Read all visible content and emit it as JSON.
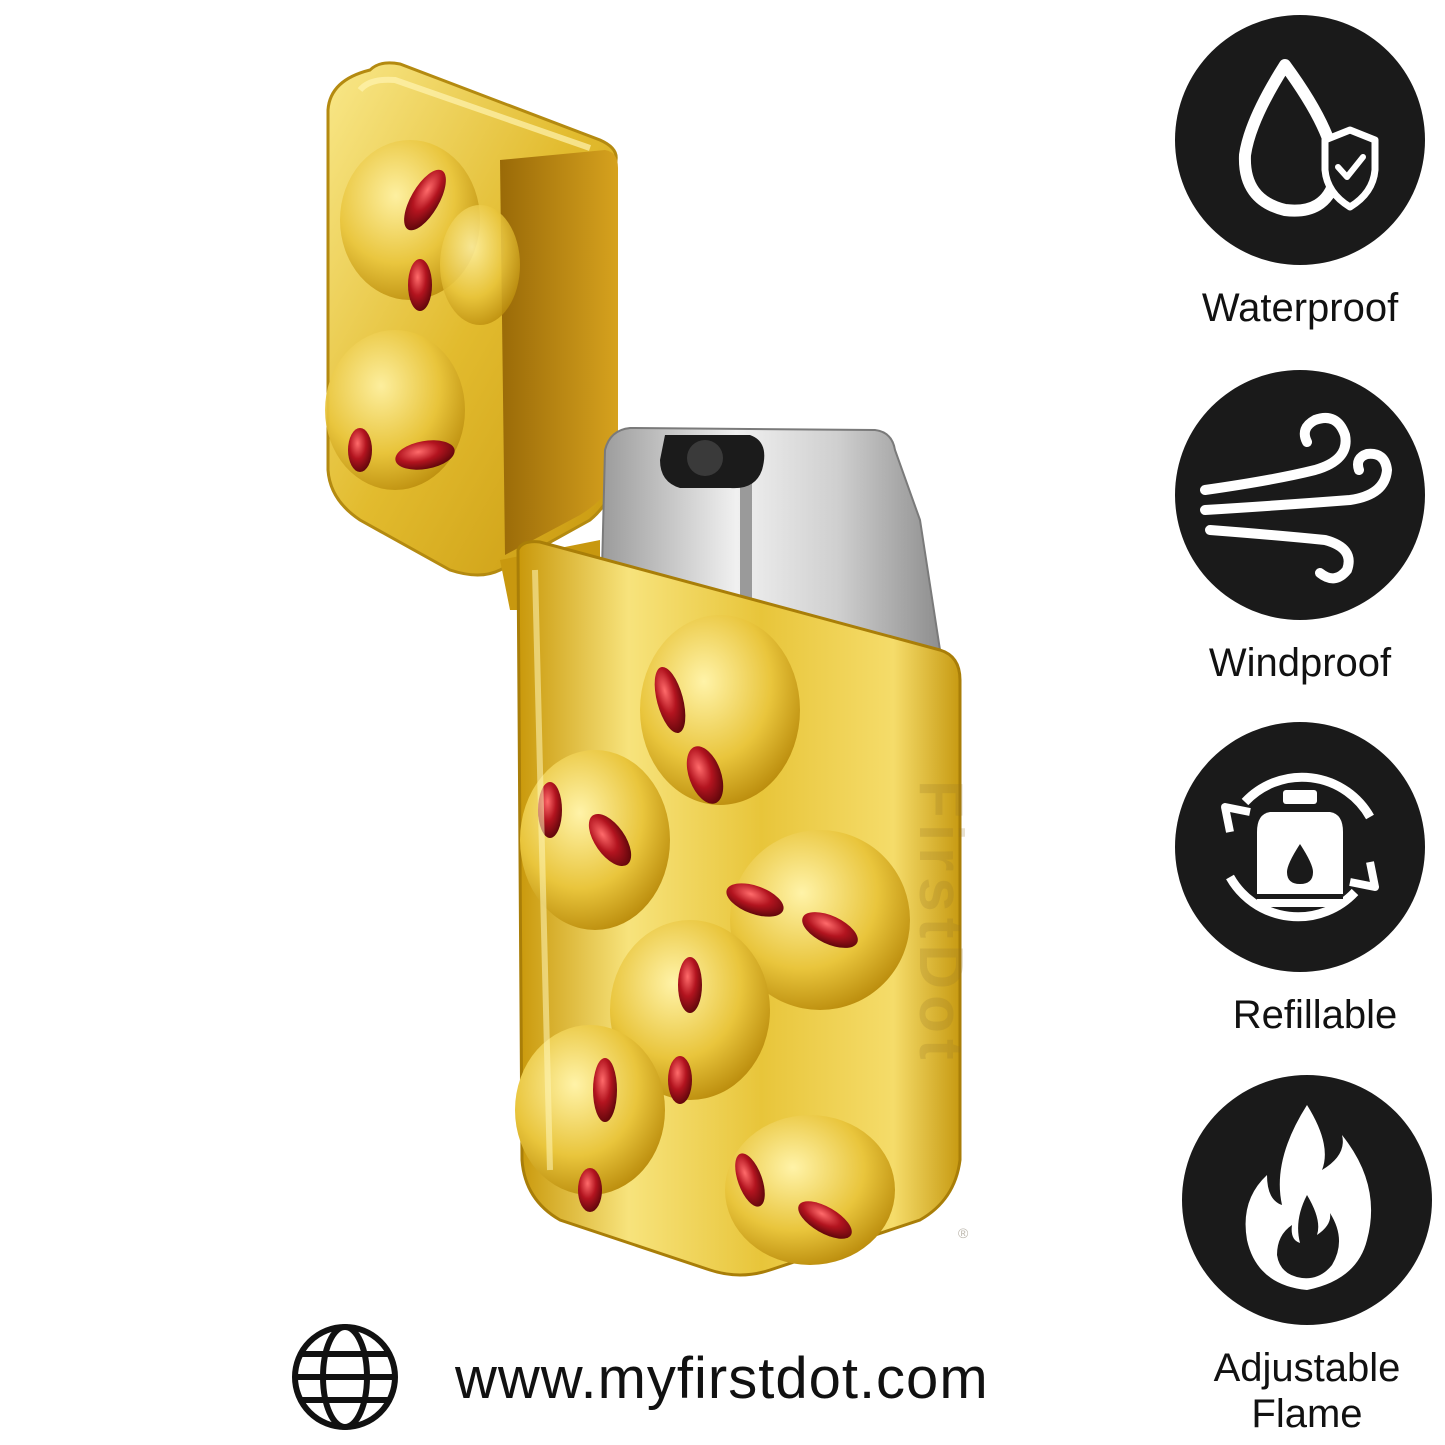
{
  "product": {
    "watermark": "FirstDot",
    "watermark_mark": "®",
    "colors": {
      "gold": "#d4a90f",
      "gold_light": "#f6e27a",
      "jewel": "#a3121c",
      "chrome": "#c8c8c8"
    }
  },
  "features": [
    {
      "label": "Waterproof",
      "icon": "water-drop-shield-icon"
    },
    {
      "label": "Windproof",
      "icon": "wind-icon"
    },
    {
      "label": "Refillable",
      "icon": "refill-canister-icon"
    },
    {
      "label": "Adjustable\nFlame",
      "icon": "flame-icon"
    }
  ],
  "footer": {
    "icon": "globe-icon",
    "website": "www.myfirstdot.com"
  }
}
